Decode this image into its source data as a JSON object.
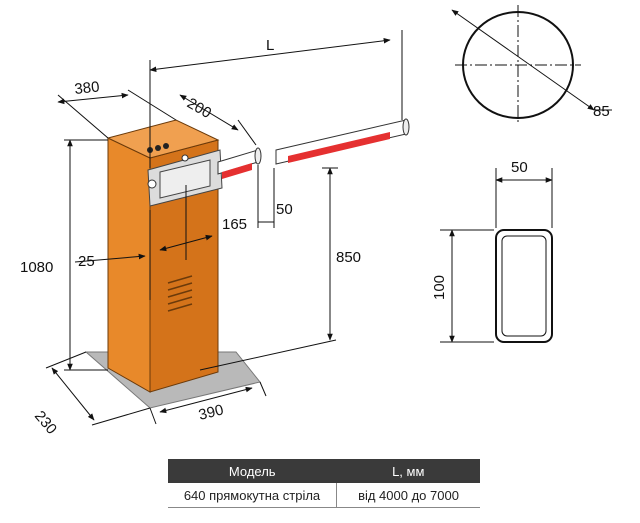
{
  "dimensions": {
    "beam_length": "L",
    "housing_depth": "380",
    "beam_offset": "200",
    "beam_section_gap": "50",
    "axis_to_front": "165",
    "front_offset": "25",
    "housing_height": "1080",
    "beam_height": "850",
    "base_depth": "230",
    "base_width": "390",
    "round_beam_diameter": "85",
    "rect_beam_width": "50",
    "rect_beam_height": "100"
  },
  "table": {
    "header_model": "Модель",
    "header_length": "L, мм",
    "row_model": "640 прямокутна стріла",
    "row_length": "від 4000 до 7000"
  },
  "colors": {
    "housing_front": "#e8892a",
    "housing_side": "#d4731a",
    "housing_top": "#f0a050",
    "beam_red": "#e53030",
    "table_header": "#3a3a3a"
  }
}
